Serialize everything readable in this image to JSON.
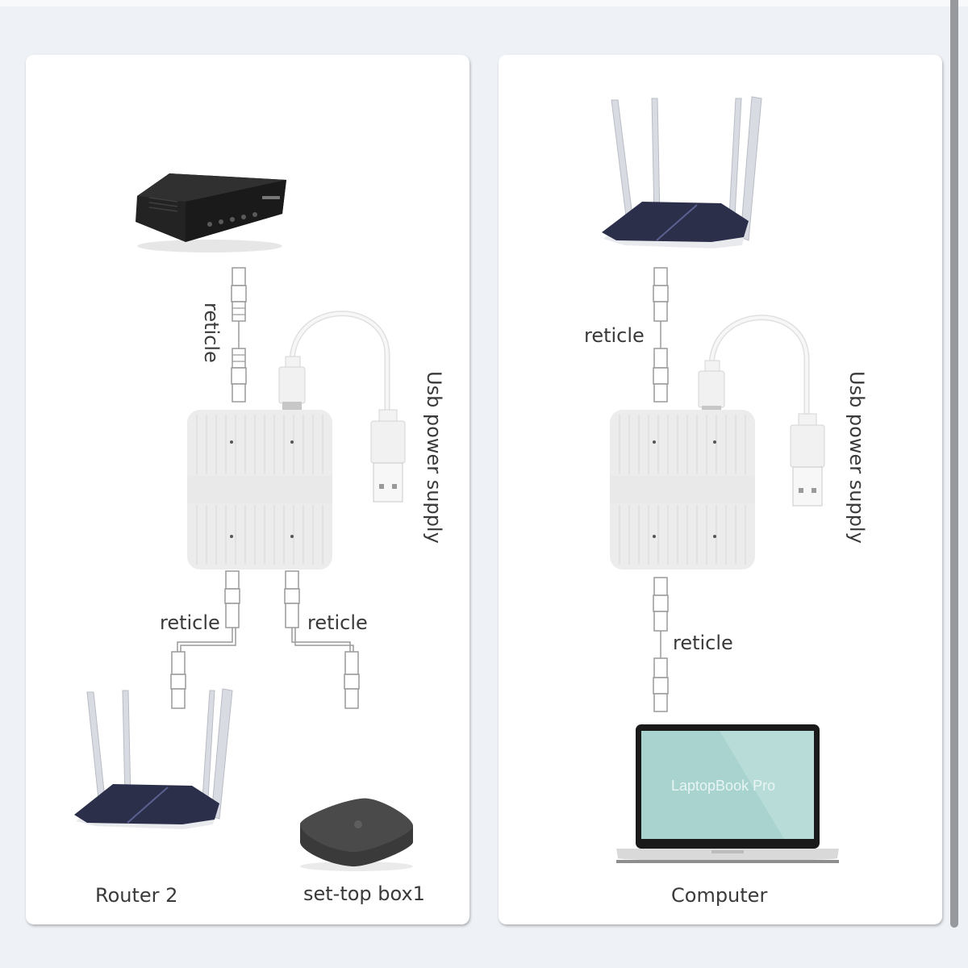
{
  "diagram": {
    "left_panel": {
      "title": "",
      "devices": {
        "modem": "modem",
        "splitter": "network splitter",
        "router": "Router 2",
        "settop": "set-top box1"
      },
      "labels": {
        "cable_top": "reticle",
        "power": "Usb power supply",
        "cable_left": "reticle",
        "cable_right": "reticle",
        "router_caption": "Router 2",
        "settop_caption": "set-top box1"
      }
    },
    "right_panel": {
      "devices": {
        "router": "router",
        "splitter": "network splitter",
        "laptop": "laptop"
      },
      "labels": {
        "cable_top": "reticle",
        "power": "Usb power supply",
        "cable_bottom": "reticle",
        "laptop_screen_title": "LaptopBook Pro",
        "computer_caption": "Computer"
      }
    },
    "colors": {
      "background": "#eef1f6",
      "card": "#ffffff",
      "router_body": "#2b2f4a",
      "splitter": "#ececec",
      "modem": "#1f1f1f",
      "settop": "#3a3a3a",
      "laptop_screen": "#a8d3cf",
      "scrollbar": "#98999d"
    }
  }
}
